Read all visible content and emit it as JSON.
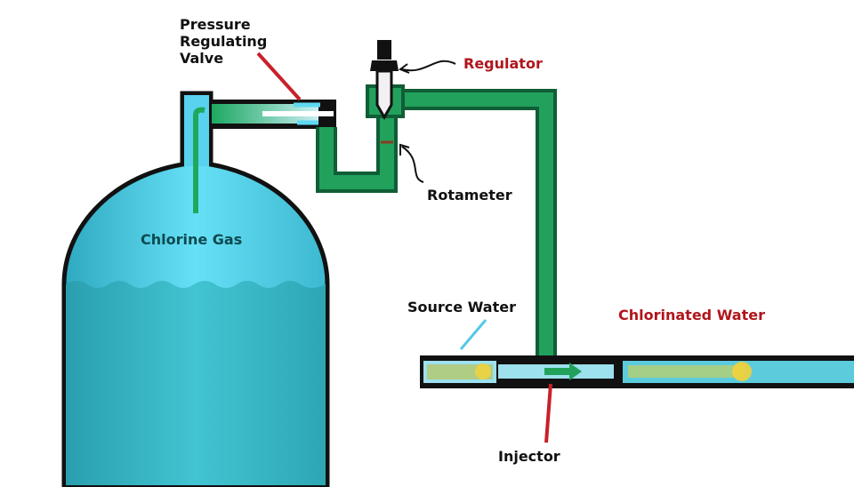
{
  "labels": {
    "pressure_valve": [
      "Pressure",
      "Regulating",
      "Valve"
    ],
    "regulator": "Regulator",
    "rotameter": "Rotameter",
    "chlorine_gas": "Chlorine Gas",
    "source_water": "Source Water",
    "chlorinated_water": "Chlorinated Water",
    "injector": "Injector"
  },
  "colors": {
    "gas": "#5fd8f2",
    "water": "#3cbdcc",
    "pipe_green": "#1e9a5a",
    "label_red": "#b0161c",
    "pointer_red": "#c8202a",
    "pointer_blue": "#55c8e8"
  }
}
